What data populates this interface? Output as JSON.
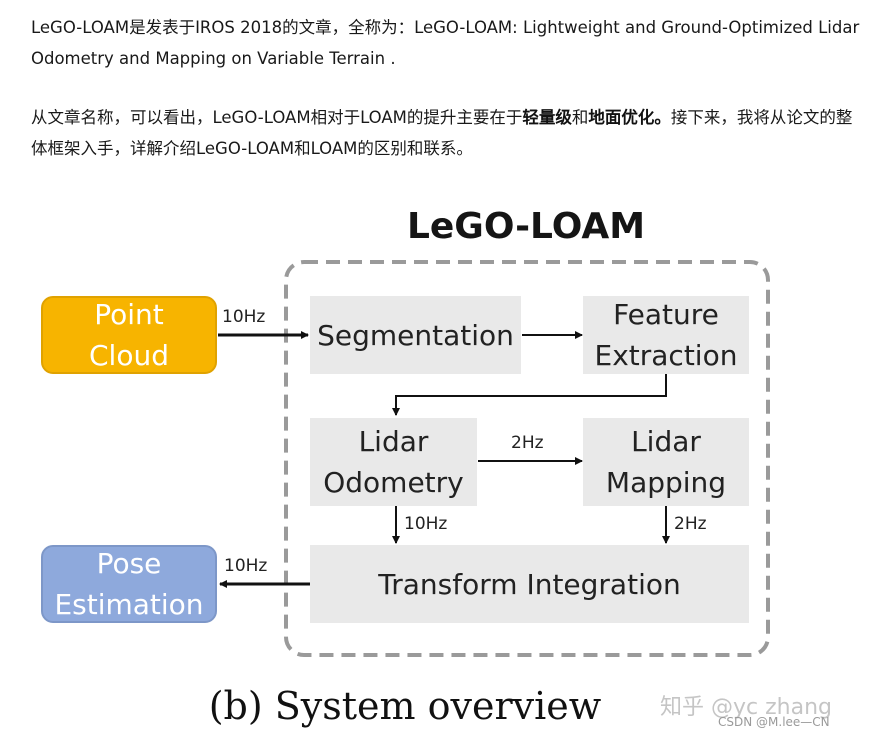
{
  "article": {
    "p1": "LeGO-LOAM是发表于IROS 2018的文章，全称为：LeGO-LOAM: Lightweight and Ground-Optimized Lidar Odometry and Mapping on Variable Terrain .",
    "p2_a": "从文章名称，可以看出，LeGO-LOAM相对于LOAM的提升主要在于",
    "p2_bold1": "轻量级",
    "p2_b": "和",
    "p2_bold2": "地面优化。",
    "p2_c": "接下来，我将从论文的整体框架入手，详解介绍LeGO-LOAM和LOAM的区别和联系。"
  },
  "diagram": {
    "title": "LeGO-LOAM",
    "nodes": {
      "point_cloud": [
        "Point",
        "Cloud"
      ],
      "segmentation": "Segmentation",
      "feature_extraction": [
        "Feature",
        "Extraction"
      ],
      "lidar_odometry": [
        "Lidar",
        "Odometry"
      ],
      "lidar_mapping": [
        "Lidar",
        "Mapping"
      ],
      "transform_integration": "Transform Integration",
      "pose_estimation": [
        "Pose",
        "Estimation"
      ]
    },
    "edge_labels": {
      "pc_to_seg": "10Hz",
      "odom_to_map": "2Hz",
      "odom_to_ti": "10Hz",
      "map_to_ti": "2Hz",
      "ti_to_pose": "10Hz"
    },
    "caption": "(b)  System overview",
    "colors": {
      "point_cloud": "#f7b400",
      "pose_estimation": "#8ea9dc",
      "module": "#e9e9e9",
      "frame": "#9a9a9a"
    }
  },
  "watermark": "知乎 @yc zhang",
  "credit": "CSDN @M.lee—CN"
}
